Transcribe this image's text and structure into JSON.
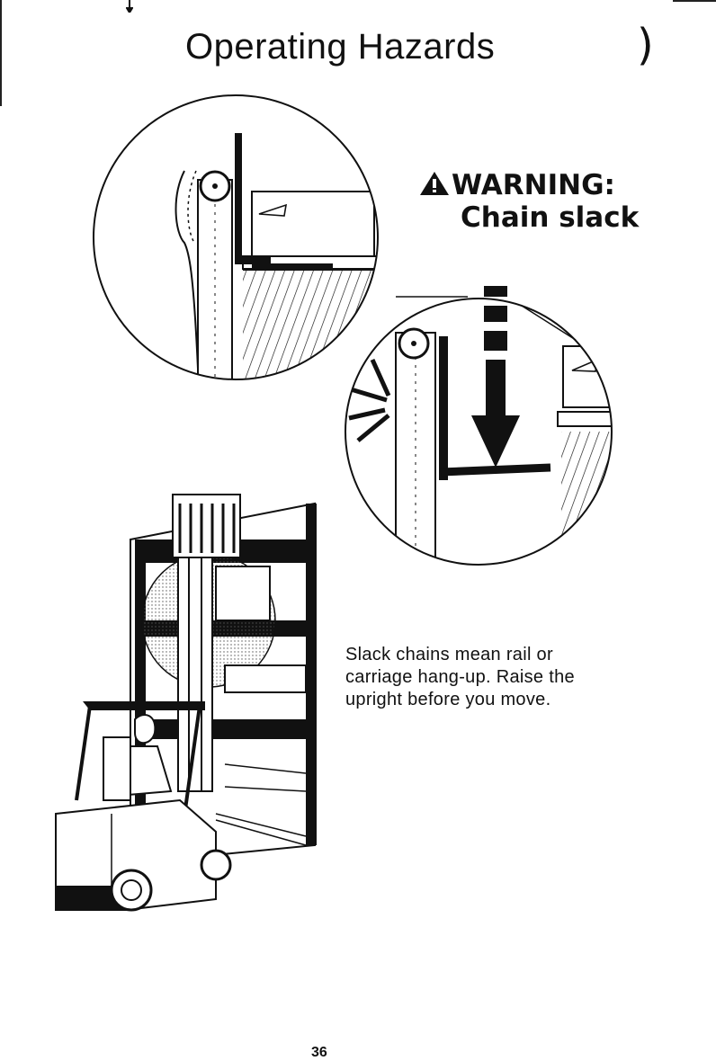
{
  "page": {
    "title": "Operating Hazards",
    "paren": ")",
    "page_number": "36"
  },
  "warning": {
    "heading": "WARNING:",
    "subheading": "Chain slack",
    "icon": "warning-triangle-icon"
  },
  "description": "Slack chains mean rail or carriage hang-up. Raise the upright before you move.",
  "illustrations": {
    "top_detail": "chain-taut-detail-illustration",
    "middle_detail": "chain-slack-detail-illustration",
    "forklift": "forklift-rack-illustration"
  }
}
